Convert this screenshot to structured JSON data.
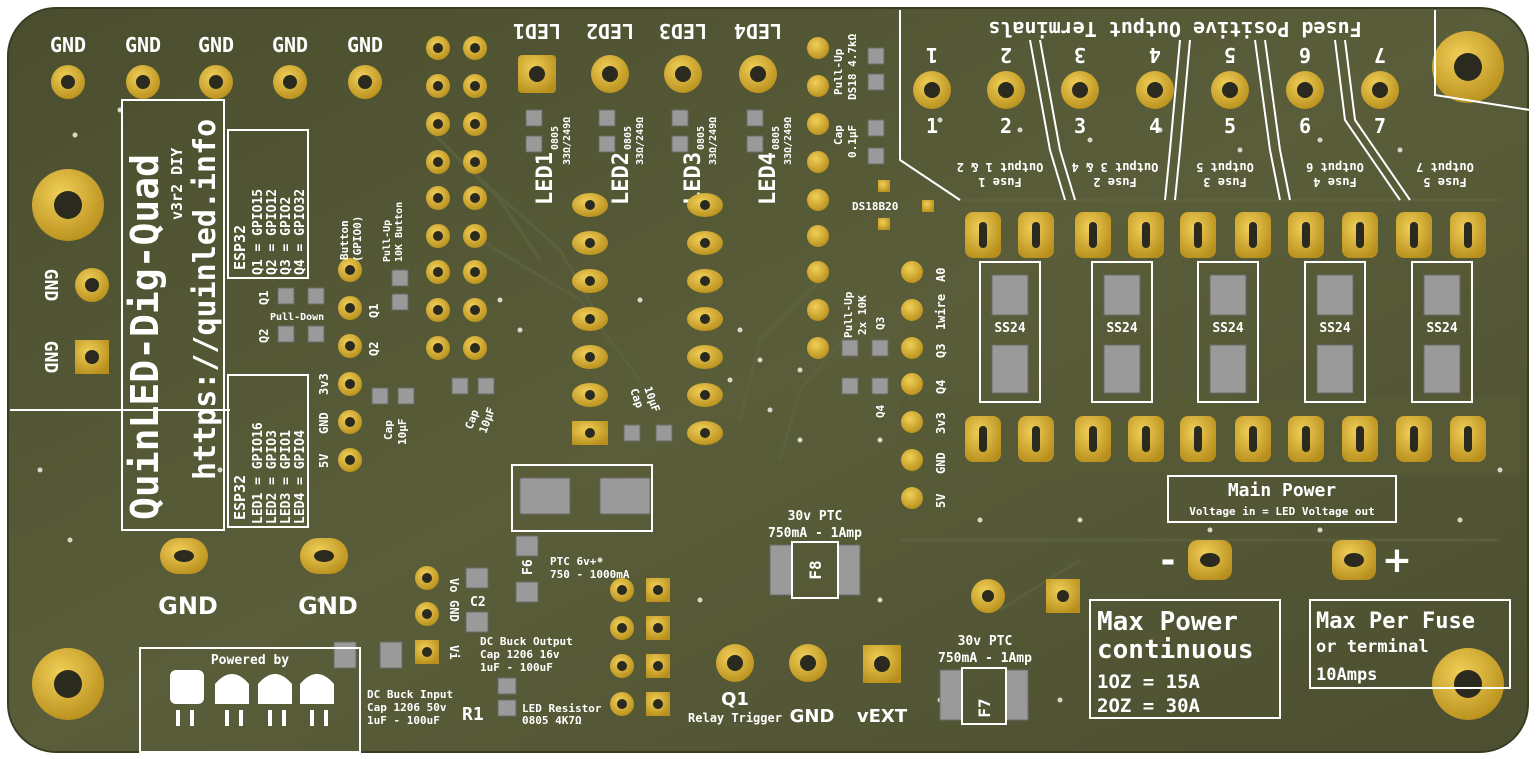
{
  "board": {
    "title": "QuinLED-Dig-Quad",
    "version": "v3r2 DIY",
    "url": "https://quinled.info",
    "colors": {
      "pcb": "#4f5331",
      "pad": "#c9a227",
      "silk": "#ffffff",
      "background": "#ffffff"
    }
  },
  "top_gnd_labels": [
    "GND",
    "GND",
    "GND",
    "GND",
    "GND"
  ],
  "left_gnd_labels": [
    "GND",
    "GND"
  ],
  "bottom_gnd_labels": [
    "GND",
    "GND"
  ],
  "esp32_top": {
    "title": "ESP32",
    "lines": [
      "Q1 = GPIO15",
      "Q2 = GPIO12",
      "Q3 = GPIO2",
      "Q4 = GPIO32"
    ]
  },
  "esp32_bottom": {
    "title": "ESP32",
    "lines": [
      "LED1 = GPIO16",
      "LED2 = GPIO3",
      "LED3 = GPIO1",
      "LED4 = GPIO4"
    ]
  },
  "left_header_labels": [
    "3v3",
    "GND",
    "5V"
  ],
  "transistor_labels": {
    "q1": "Q1",
    "q2": "Q2",
    "q1_side": "Q1",
    "q2_side": "Q2"
  },
  "small_labels": {
    "button": "Button",
    "gpio0": "(GPIO0)",
    "pullup": "Pull-Up",
    "button10k": "10K Button",
    "pulldown": "Pull-Down",
    "cap": "Cap",
    "cap_value": "10µF"
  },
  "led_top_labels": [
    "LED1",
    "LED2",
    "LED3",
    "LED4"
  ],
  "led_resistor_labels": {
    "size": "0805",
    "value": "33Ω/249Ω"
  },
  "led_side_labels": [
    "LED1",
    "LED2",
    "LED3",
    "LED4"
  ],
  "ds18": {
    "pullup": "Pull-Up",
    "pullup_value": "DS18 4.7kΩ",
    "cap": "Cap",
    "cap_value": "0.1µF",
    "sensor": "DS18B20"
  },
  "right_header_labels": [
    "A0",
    "1wire",
    "Q3",
    "Q4",
    "3v3",
    "GND",
    "5V"
  ],
  "q34": {
    "pullup": "Pull-Up",
    "value": "2x 10K",
    "q3": "Q3",
    "q4": "Q4"
  },
  "fused_title": "Fused Positive Output Terminals",
  "terminal_numbers": [
    "1",
    "2",
    "3",
    "4",
    "5",
    "6",
    "7"
  ],
  "fuses": [
    {
      "name": "Fuse 1",
      "output": "Output 1 & 2"
    },
    {
      "name": "Fuse 2",
      "output": "Output 3 & 4"
    },
    {
      "name": "Fuse 3",
      "output": "Output 5"
    },
    {
      "name": "Fuse 4",
      "output": "Output 6"
    },
    {
      "name": "Fuse 5",
      "output": "Output 7"
    }
  ],
  "diode_labels": [
    "SS24",
    "SS24",
    "SS24",
    "SS24",
    "SS24"
  ],
  "main_power": {
    "title": "Main Power",
    "subtitle": "Voltage in = LED Voltage out",
    "minus": "-",
    "plus": "+"
  },
  "max_power": {
    "title": "Max Power",
    "subtitle": "continuous",
    "line1": "1OZ = 15A",
    "line2": "2OZ = 30A"
  },
  "max_fuse": {
    "title": "Max Per Fuse",
    "line1": "or terminal",
    "line2": "10Amps"
  },
  "ptc_f8": {
    "title": "30v PTC",
    "value": "750mA - 1Amp",
    "name": "F8"
  },
  "ptc_f7": {
    "title": "30v PTC",
    "value": "750mA - 1Amp",
    "name": "F7"
  },
  "ptc_f6": {
    "name": "F6",
    "title": "PTC 6v+",
    "value": "750 - 1000mA"
  },
  "buck": {
    "vo": "Vo",
    "gnd": "GND",
    "vi": "Vi",
    "c2": "C2",
    "output_title": "DC Buck Output",
    "output_cap": "Cap 1206 16v",
    "output_range": "1uF - 100uF",
    "input_title": "DC Buck Input",
    "input_cap": "Cap 1206 50v",
    "input_range": "1uF - 100uF"
  },
  "r1": {
    "name": "R1",
    "title": "LED Resistor",
    "value": "0805 4K7Ω"
  },
  "relay": {
    "q1": "Q1",
    "trigger": "Relay Trigger",
    "gnd": "GND",
    "vext": "vEXT"
  },
  "powered_by": "Powered by"
}
